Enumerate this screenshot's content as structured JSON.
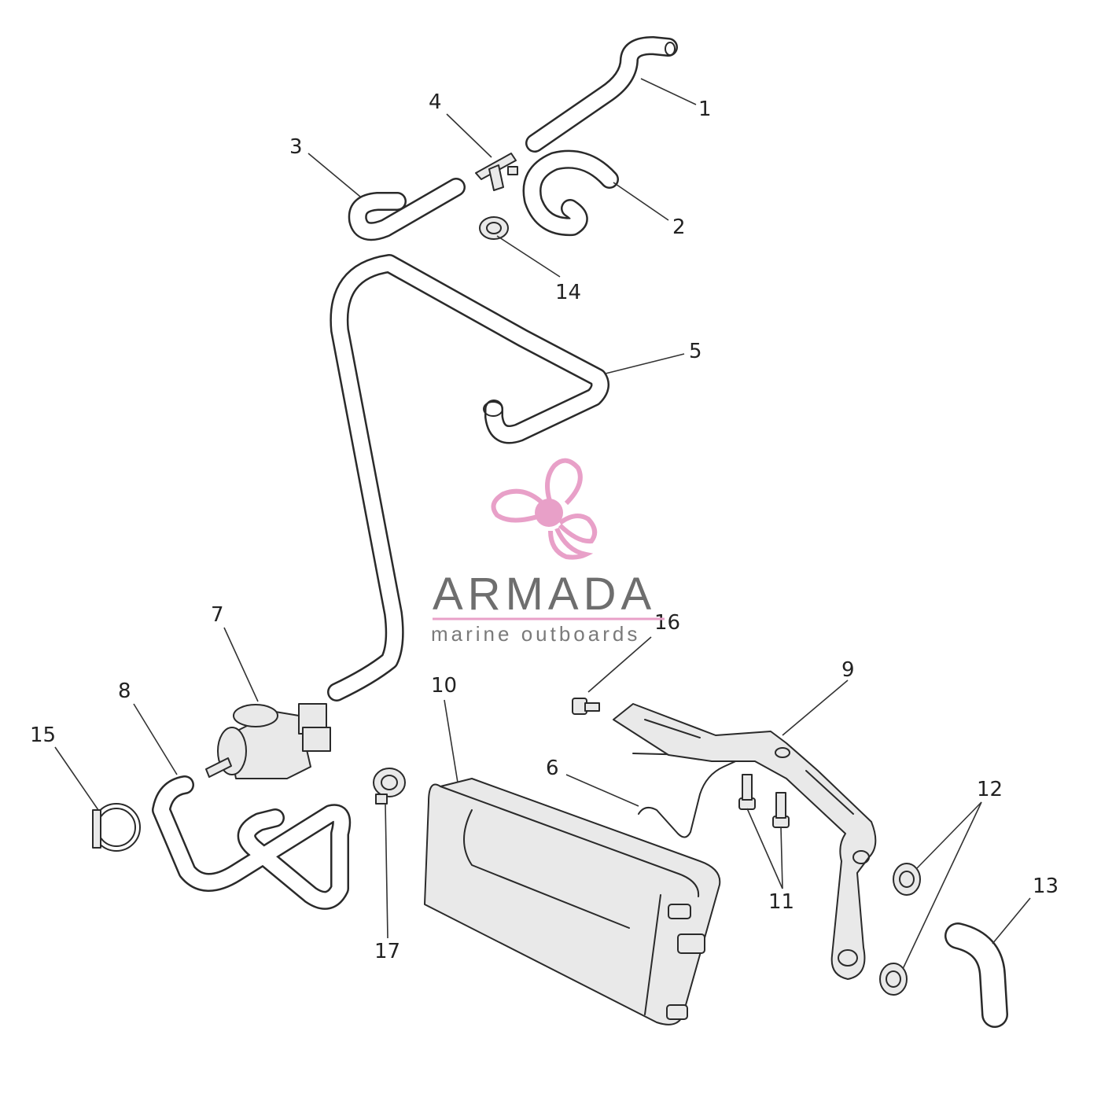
{
  "callouts": [
    {
      "id": "1",
      "label": "1"
    },
    {
      "id": "2",
      "label": "2"
    },
    {
      "id": "3",
      "label": "3"
    },
    {
      "id": "4",
      "label": "4"
    },
    {
      "id": "5",
      "label": "5"
    },
    {
      "id": "6",
      "label": "6"
    },
    {
      "id": "7",
      "label": "7"
    },
    {
      "id": "8",
      "label": "8"
    },
    {
      "id": "9",
      "label": "9"
    },
    {
      "id": "10",
      "label": "10"
    },
    {
      "id": "11",
      "label": "11"
    },
    {
      "id": "12",
      "label": "12"
    },
    {
      "id": "13",
      "label": "13"
    },
    {
      "id": "14",
      "label": "14"
    },
    {
      "id": "15",
      "label": "15"
    },
    {
      "id": "16",
      "label": "16"
    },
    {
      "id": "17",
      "label": "17"
    }
  ],
  "watermark": {
    "name": "ARMADA",
    "tagline": "marine outboards",
    "accent_color": "#e8a0c8",
    "text_color": "#6e6e6e"
  },
  "colors": {
    "line": "#2a2a2a",
    "part_fill": "#e9e9e9"
  }
}
